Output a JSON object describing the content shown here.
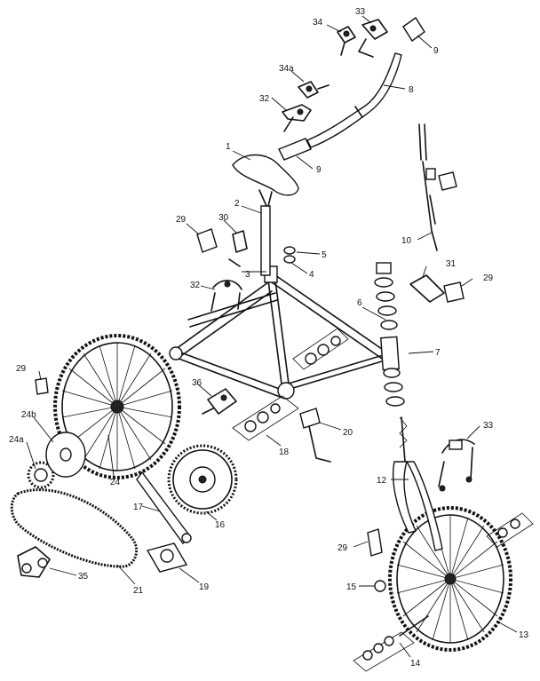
{
  "callouts": {
    "c1": "1",
    "c2": "2",
    "c3": "3",
    "c4": "4",
    "c5": "5",
    "c6": "6",
    "c7": "7",
    "c8": "8",
    "c9_top": "9",
    "c9_mid": "9",
    "c10": "10",
    "c12": "12",
    "c13": "13",
    "c14": "14",
    "c15": "15",
    "c16": "16",
    "c17": "17",
    "c18": "18",
    "c19": "19",
    "c20": "20",
    "c21": "21",
    "c24": "24",
    "c24a": "24a",
    "c24b": "24b",
    "c29_a": "29",
    "c29_b": "29",
    "c29_c": "29",
    "c29_d": "29",
    "c30": "30",
    "c31": "31",
    "c32_a": "32",
    "c32_b": "32",
    "c33_top": "33",
    "c33_mid": "33",
    "c34": "34",
    "c34a": "34a",
    "c35": "35",
    "c36": "36"
  }
}
